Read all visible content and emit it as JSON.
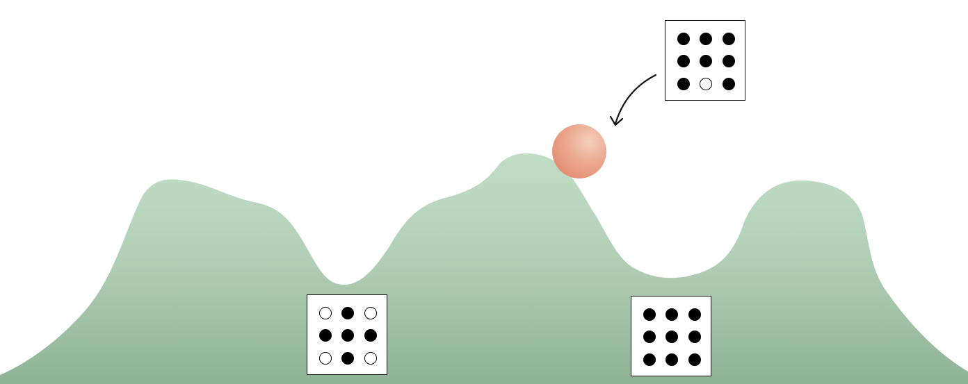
{
  "colors": {
    "hill_top": "#c1ddc6",
    "hill_bottom": "#8fb295",
    "ball_light": "#f3cfbf",
    "ball_dark": "#e48f73",
    "dot_filled": "#000000",
    "dot_empty": "#ffffff",
    "stroke": "#111111"
  },
  "grids": {
    "top": {
      "name": "top-right-pattern-card",
      "cells": [
        1,
        1,
        1,
        1,
        1,
        1,
        1,
        0,
        1
      ]
    },
    "left_valley": {
      "name": "left-valley-pattern-card",
      "cells": [
        0,
        1,
        0,
        1,
        1,
        1,
        0,
        1,
        0
      ]
    },
    "right_valley": {
      "name": "right-valley-pattern-card",
      "cells": [
        1,
        1,
        1,
        1,
        1,
        1,
        1,
        1,
        1
      ]
    }
  },
  "icons": {
    "arrow": "curved-arrow-icon",
    "ball": "ball-icon"
  }
}
